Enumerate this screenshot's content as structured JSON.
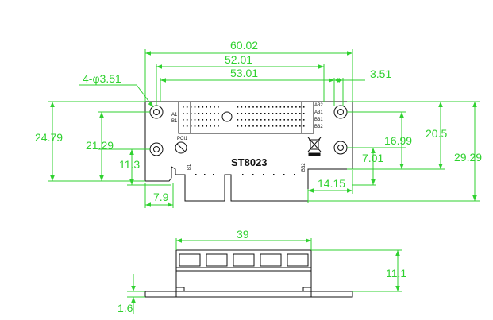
{
  "colors": {
    "dimension": "#2fd12f",
    "outline": "#111111",
    "accent": "#27c7d8",
    "background": "#ffffff"
  },
  "board": {
    "model": "ST8023",
    "pci_label": "PCI1",
    "connector": {
      "pin_a1": "A1",
      "pin_b1": "B1",
      "pin_a32": "A32",
      "pin_a31": "A31",
      "pin_b31": "B31",
      "pin_b32": "B32"
    },
    "edge_pin_b1": "B1",
    "edge_pin_b32": "B32",
    "disposal_icon": "crossed-bin-icon"
  },
  "top_view": {
    "dim_overall_width": "60.02",
    "dim_hole_spacing": "52.01",
    "dim_connector_span": "53.01",
    "dim_hole_diameter": "4-φ3.51",
    "dim_right_hole_offset": "3.51",
    "dim_height_left": "24.79",
    "dim_hole_pitch_left": "21.29",
    "dim_hole_to_edge_left": "11.3",
    "dim_finger_offset": "7.9",
    "dim_hole_pitch_right": "16.99",
    "dim_mid_height": "20.5",
    "dim_overall_height": "29.29",
    "dim_hole_to_edge_right": "7.01",
    "dim_finger_right": "14.15"
  },
  "side_view": {
    "dim_connector_length": "39",
    "dim_connector_height": "11.1",
    "dim_board_thickness": "1.6"
  }
}
